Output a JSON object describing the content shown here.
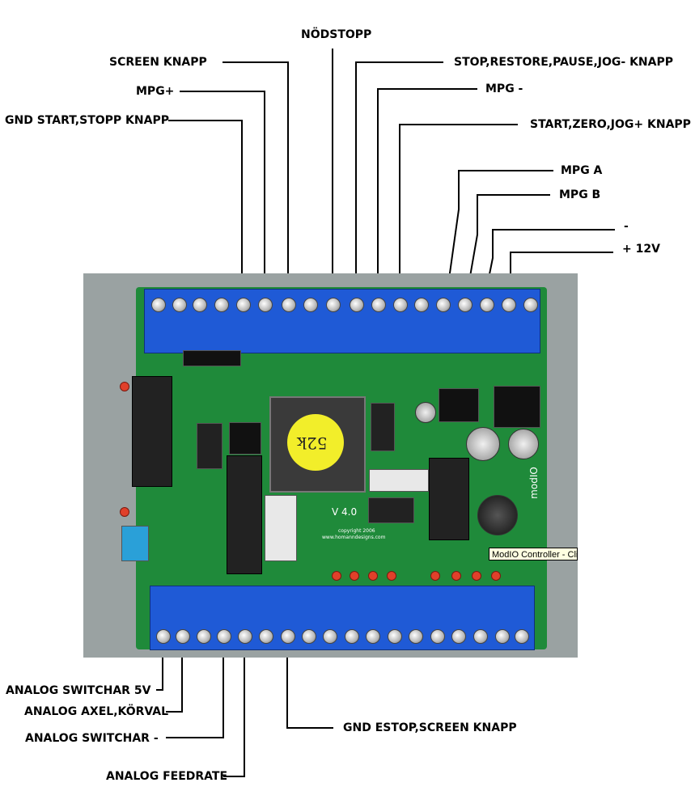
{
  "labels": {
    "nodstopp": "NÖDSTOPP",
    "screen_knapp": "SCREEN  KNAPP",
    "stop_restore": "STOP,RESTORE,PAUSE,JOG- KNAPP",
    "mpg_plus": "MPG+",
    "mpg_minus": "MPG -",
    "gnd_start_stopp": "GND START,STOPP KNAPP",
    "start_zero": "START,ZERO,JOG+ KNAPP",
    "mpg_a": "MPG A",
    "mpg_b": "MPG  B",
    "minus": "-",
    "plus_12v": "+ 12V",
    "analog_switchar_5v": "ANALOG SWITCHAR 5V",
    "analog_axel_korval": "ANALOG AXEL,KÖRVAL",
    "analog_switchar_minus": "ANALOG SWITCHAR -",
    "analog_feedrate": "ANALOG FEEDRATE",
    "gnd_estop": "GND ESTOP,SCREEN KNAPP"
  },
  "board": {
    "sticker_text": "52k",
    "version": "V 4.0",
    "copyright": "copyright 2006",
    "website": "www.homanndesigns.com",
    "brand": "modIO",
    "tooltip": "ModIO Controller - Cli"
  },
  "colors": {
    "terminal_blue": "#1f5ad6",
    "pcb_green": "#1f8a3a",
    "sticker_yellow": "#f2ee2a"
  }
}
